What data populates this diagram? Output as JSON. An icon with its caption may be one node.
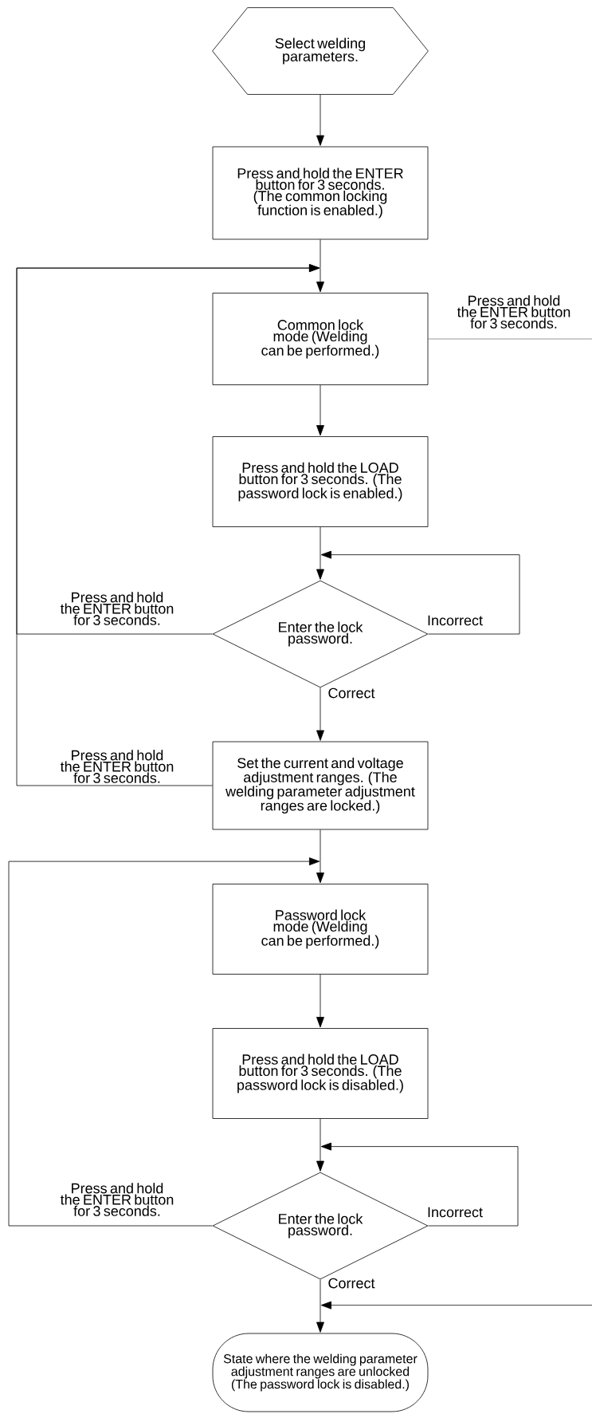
{
  "diagram": {
    "nodes": [
      {
        "text": [
          "Select welding parameters."
        ]
      },
      {
        "text": [
          "Press and hold the ENTER button for 3 seconds. (The common locking function is enabled.)"
        ]
      },
      {
        "text": [
          "Common lock mode (Welding can be performed.)"
        ]
      },
      {
        "text": [
          "Press and hold the LOAD button for 3 seconds. (The password lock is enabled.)"
        ]
      },
      {
        "text": [
          "Enter the lock password."
        ]
      },
      {
        "text": [
          "Set the current and voltage adjustment ranges. (The welding parameter adjustment ranges are locked.)"
        ]
      },
      {
        "text": [
          "Password lock mode (Welding can be performed.)"
        ]
      },
      {
        "text": [
          "Press and hold the LOAD button for 3 seconds. (The password lock is disabled.)"
        ]
      },
      {
        "text": [
          "Enter the lock password."
        ]
      },
      {
        "text": [
          "State where the welding parameter adjustment ranges are unlocked (The password lock is disabled.)"
        ]
      }
    ],
    "edges": [
      {
        "from": 0,
        "to": 1,
        "arrow": "to"
      },
      {
        "from": 1,
        "to": 2,
        "arrow": "to"
      },
      {
        "from": 2,
        "to": null,
        "arrow": "none",
        "label": "Press and hold the ENTER button for 3 seconds."
      },
      {
        "from": 2,
        "to": 3,
        "arrow": "to"
      },
      {
        "from": 3,
        "to": 4,
        "arrow": "to"
      },
      {
        "from": 4,
        "to": 4,
        "arrow": "to",
        "label": "Incorrect"
      },
      {
        "from": 4,
        "to": 2,
        "arrow": "to",
        "label": "Press and hold the ENTER button for 3 seconds."
      },
      {
        "from": 4,
        "to": 5,
        "arrow": "to",
        "label": "Correct"
      },
      {
        "from": 5,
        "to": 2,
        "arrow": "to",
        "label": "Press and hold the ENTER button for 3 seconds."
      },
      {
        "from": 5,
        "to": 6,
        "arrow": "to"
      },
      {
        "from": 6,
        "to": 7,
        "arrow": "to"
      },
      {
        "from": 7,
        "to": 8,
        "arrow": "to"
      },
      {
        "from": 8,
        "to": 8,
        "arrow": "to",
        "label": "Incorrect"
      },
      {
        "from": 8,
        "to": 6,
        "arrow": "to",
        "label": "Press and hold the ENTER button for 3 seconds."
      },
      {
        "from": 8,
        "to": 9,
        "arrow": "to",
        "label": "Correct"
      },
      {
        "from": null,
        "to": 9,
        "arrow": "to"
      }
    ]
  }
}
